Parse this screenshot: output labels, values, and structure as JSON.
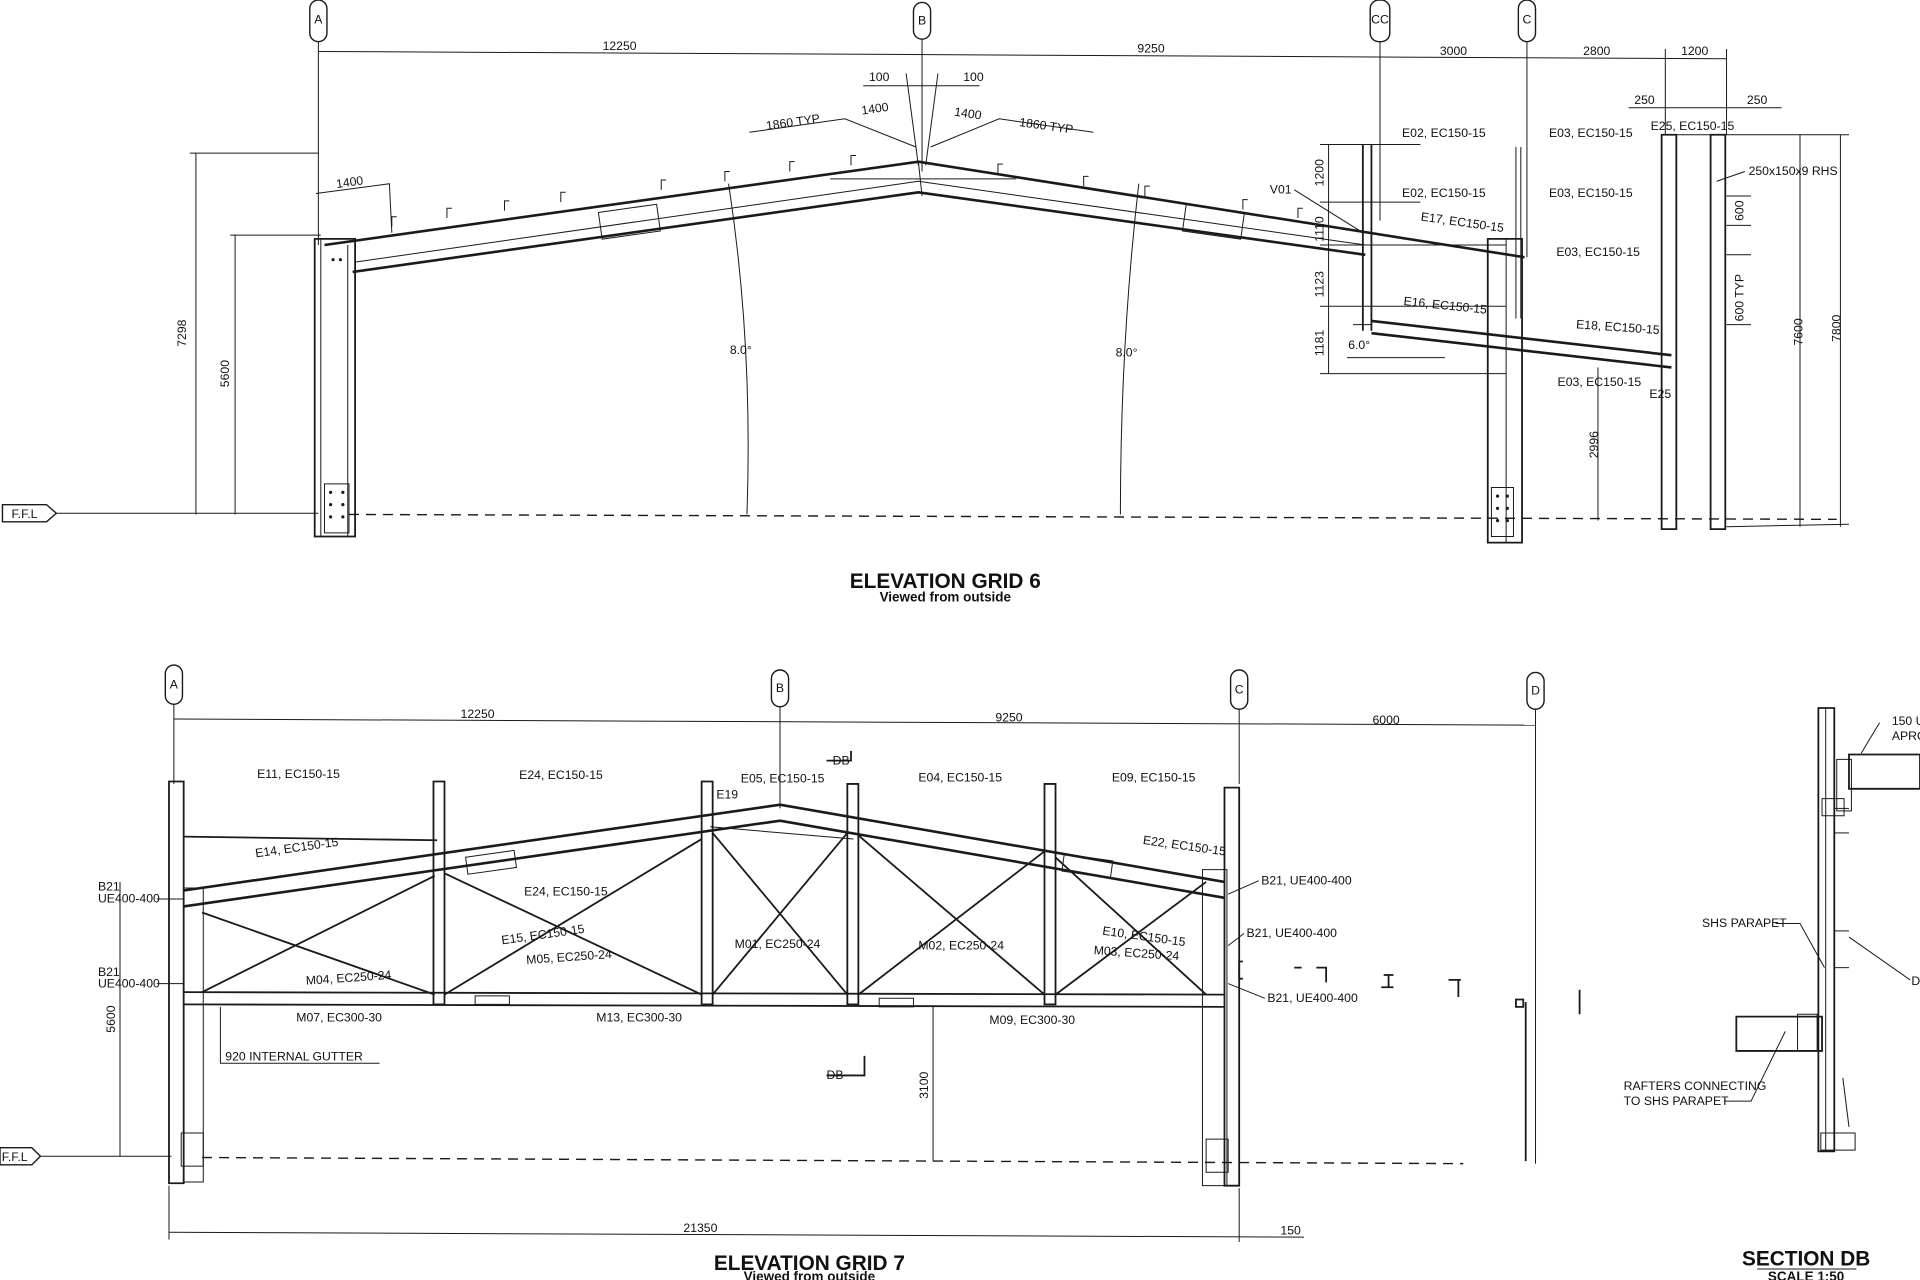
{
  "top": {
    "title": "ELEVATION GRID 6",
    "subtitle": "Viewed from outside",
    "grids": [
      "A",
      "B",
      "CC",
      "C"
    ],
    "ffl": "F.F.L",
    "dims": {
      "ab": "12250",
      "bc": "9250",
      "c1": "3000",
      "c2": "2800",
      "c3": "1200",
      "p1": "250",
      "p2": "250",
      "k100a": "100",
      "k100b": "100",
      "k1400a": "1400",
      "k1400b": "1400",
      "k1400c": "1400",
      "k1860a": "1860 TYP",
      "k1860b": "1860 TYP",
      "h7298": "7298",
      "h5600": "5600",
      "h1200": "1200",
      "h1110": "1110",
      "h1123": "1123",
      "h1181": "1181",
      "h600": "600",
      "h600typ": "600 TYP",
      "h7600": "7600",
      "h7800": "7800",
      "h2996": "2996",
      "ang1": "8.0°",
      "ang2": "8.0°",
      "ang3": "6.0°"
    },
    "labels": {
      "e02a": "E02, EC150-15",
      "e02b": "E02, EC150-15",
      "e03a": "E03, EC150-15",
      "e03b": "E03, EC150-15",
      "e03c": "E03, EC150-15",
      "e03d": "E03, EC150-15",
      "e25top": "E25, EC150-15",
      "rhs": "250x150x9 RHS",
      "v01": "V01",
      "e17": "E17, EC150-15",
      "e16": "E16, EC150-15",
      "e18": "E18, EC150-15",
      "e25": "E25"
    }
  },
  "bottom": {
    "title": "ELEVATION GRID 7",
    "subtitle": "Viewed from outside",
    "grids": [
      "A",
      "B",
      "C",
      "D"
    ],
    "ffl": "F.F.L",
    "dims": {
      "ab": "12250",
      "bc": "9250",
      "cd": "6000",
      "total": "21350",
      "tail": "150",
      "h5600": "5600",
      "h3100": "3100"
    },
    "labels": {
      "e11": "E11, EC150-15",
      "e24a": "E24, EC150-15",
      "e05": "E05, EC150-15",
      "e04": "E04, EC150-15",
      "e09": "E09, EC150-15",
      "e19": "E19",
      "e14": "E14, EC150-15",
      "e22": "E22, EC150-15",
      "e24b": "E24, EC150-15",
      "e15": "E15, EC150-15",
      "e10": "E10, EC150-15",
      "b21a": "B21",
      "ue400a": "UE400-400",
      "b21b": "B21",
      "ue400b": "UE400-400",
      "b21c": "B21, UE400-400",
      "b21d": "B21, UE400-400",
      "b21e": "B21, UE400-400",
      "m04": "M04, EC250-24",
      "m05": "M05, EC250-24",
      "m01": "M01, EC250-24",
      "m02": "M02, EC250-24",
      "m03": "M03, EC250-24",
      "m07": "M07, EC300-30",
      "m13": "M13, EC300-30",
      "m09": "M09, EC300-30",
      "gutter": "920 INTERNAL GUTTER",
      "db1": "DB",
      "db2": "DB"
    }
  },
  "section": {
    "title": "SECTION DB",
    "scale": "SCALE 1:50",
    "shs": "SHS PARAPET",
    "rafters1": "RAFTERS CONNECTING",
    "rafters2": "TO SHS PARAPET",
    "ue": "150 U",
    "apr": "APRO",
    "d": "D"
  }
}
